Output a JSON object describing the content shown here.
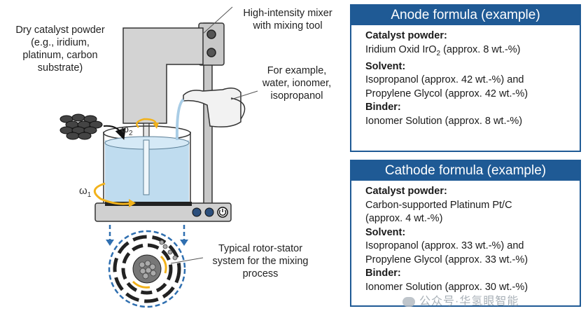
{
  "callouts": {
    "dry_catalyst": [
      "Dry catalyst powder",
      "(e.g., iridium,",
      "platinum, carbon",
      "substrate)"
    ],
    "mixer": [
      "High-intensity mixer",
      "with mixing tool"
    ],
    "solvent": [
      "For example,",
      "water, ionomer,",
      "isopropanol"
    ],
    "rotor": [
      "Typical rotor-stator",
      "system for the mixing",
      "process"
    ],
    "omega1": "ω",
    "omega1_sub": "1",
    "omega2": "ω",
    "omega2_sub": "2"
  },
  "anode": {
    "title": "Anode formula (example)",
    "catalyst_label": "Catalyst powder:",
    "catalyst_value_a": "Iridium Oxid IrO",
    "catalyst_value_sub": "2",
    "catalyst_value_b": " (approx. 8 wt.-%)",
    "solvent_label": "Solvent:",
    "solvent_line1": "Isopropanol (approx. 42 wt.-%) and",
    "solvent_line2": "Propylene Glycol (approx. 42 wt.-%)",
    "binder_label": "Binder:",
    "binder_value": "Ionomer Solution (approx. 8 wt.-%)"
  },
  "cathode": {
    "title": "Cathode formula (example)",
    "catalyst_label": "Catalyst powder:",
    "catalyst_line1": "Carbon-supported Platinum Pt/C",
    "catalyst_line2": "(approx. 4 wt.-%)",
    "solvent_label": "Solvent:",
    "solvent_line1": "Isopropanol (approx. 33 wt.-%) and",
    "solvent_line2": "Propylene Glycol (approx. 33 wt.-%)",
    "binder_label": "Binder:",
    "binder_value": "Ionomer Solution (approx. 30 wt.-%)"
  },
  "watermark": "公众号·华氢眼智能",
  "colors": {
    "panel_blue": "#1f5a95",
    "liquid_blue": "#bfdcef",
    "arrow_orange": "#f2b21b",
    "dash_blue": "#2f6fb0",
    "mixer_gray": "#d3d3d3"
  }
}
